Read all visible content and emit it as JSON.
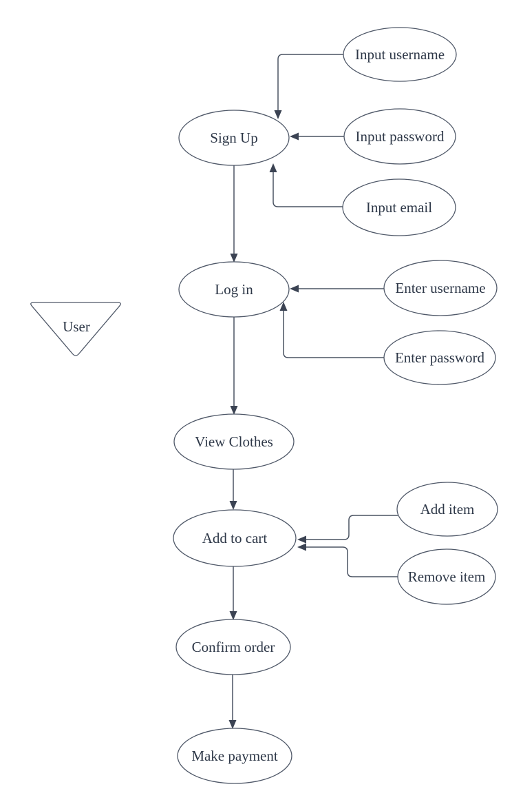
{
  "diagram": {
    "title": "clothing-shop user flow use-case diagram",
    "colors": {
      "background": "#ffffff",
      "shape_fill": "#ffffff",
      "shape_stroke": "#4f5868",
      "edge_stroke": "#4a5362",
      "arrowhead_fill": "#3b4353",
      "text": "#2e3848"
    },
    "actor": {
      "label": "User",
      "shape": "inverted-triangle"
    },
    "flow_nodes": [
      {
        "id": "sign-up",
        "label": "Sign Up"
      },
      {
        "id": "log-in",
        "label": "Log in"
      },
      {
        "id": "view-clothes",
        "label": "View Clothes"
      },
      {
        "id": "add-to-cart",
        "label": "Add to cart"
      },
      {
        "id": "confirm-order",
        "label": "Confirm order"
      },
      {
        "id": "make-payment",
        "label": "Make payment"
      }
    ],
    "satellite_nodes": [
      {
        "id": "input-username",
        "label": "Input username",
        "target": "sign-up"
      },
      {
        "id": "input-password",
        "label": "Input password",
        "target": "sign-up"
      },
      {
        "id": "input-email",
        "label": "Input email",
        "target": "sign-up"
      },
      {
        "id": "enter-username",
        "label": "Enter username",
        "target": "log-in"
      },
      {
        "id": "enter-password",
        "label": "Enter password",
        "target": "log-in"
      },
      {
        "id": "add-item",
        "label": "Add item",
        "target": "add-to-cart"
      },
      {
        "id": "remove-item",
        "label": "Remove item",
        "target": "add-to-cart"
      }
    ],
    "edges": [
      {
        "from": "input-username",
        "to": "sign-up",
        "style": "elbow-down-arrow"
      },
      {
        "from": "input-password",
        "to": "sign-up",
        "style": "straight-left-arrow"
      },
      {
        "from": "input-email",
        "to": "sign-up",
        "style": "elbow-up-arrow"
      },
      {
        "from": "sign-up",
        "to": "log-in",
        "style": "straight-down-arrow"
      },
      {
        "from": "enter-username",
        "to": "log-in",
        "style": "straight-left-arrow"
      },
      {
        "from": "enter-password",
        "to": "log-in",
        "style": "elbow-up-arrow"
      },
      {
        "from": "log-in",
        "to": "view-clothes",
        "style": "straight-down-arrow"
      },
      {
        "from": "view-clothes",
        "to": "add-to-cart",
        "style": "straight-down-arrow"
      },
      {
        "from": "add-item",
        "to": "add-to-cart",
        "style": "elbow-left-arrow"
      },
      {
        "from": "remove-item",
        "to": "add-to-cart",
        "style": "elbow-left-arrow"
      },
      {
        "from": "add-to-cart",
        "to": "confirm-order",
        "style": "straight-down-arrow"
      },
      {
        "from": "confirm-order",
        "to": "make-payment",
        "style": "straight-down-arrow"
      }
    ]
  }
}
